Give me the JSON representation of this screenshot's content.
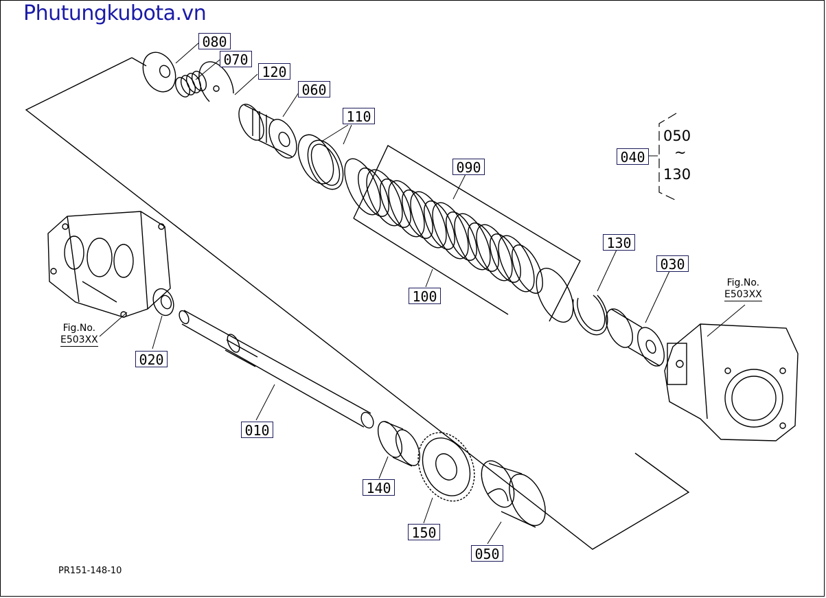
{
  "brand": "Phutungkubota.vn",
  "drawing_code": "PR151-148-10",
  "fig_refs": [
    {
      "line1": "Fig.No.",
      "line2": "E503XX"
    },
    {
      "line1": "Fig.No.",
      "line2": "E503XX"
    }
  ],
  "assembly_bracket": {
    "parent": "040",
    "from": "050",
    "tilde": "~",
    "to": "130"
  },
  "parts": [
    "080",
    "070",
    "120",
    "060",
    "110",
    "090",
    "100",
    "130",
    "030",
    "020",
    "010",
    "140",
    "150",
    "050"
  ],
  "colors": {
    "brand": "#1a1aa8",
    "line": "#000000",
    "label_border": "#1a1a5a"
  }
}
